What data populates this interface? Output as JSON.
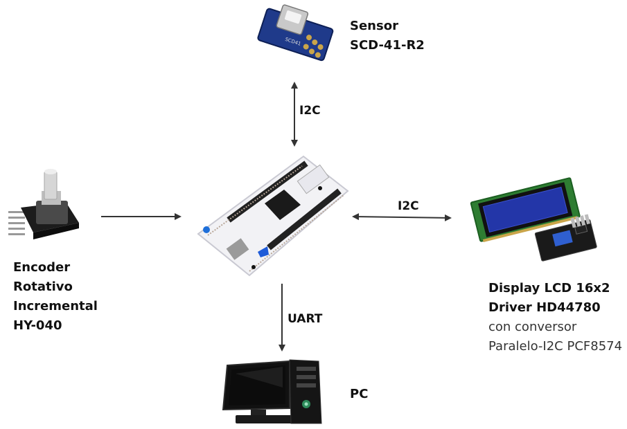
{
  "nodes": {
    "sensor": {
      "lines": [
        "Sensor",
        "SCD-41-R2"
      ]
    },
    "encoder": {
      "lines": [
        "Encoder",
        "Rotativo",
        "Incremental",
        "HY-040"
      ]
    },
    "display": {
      "bold_lines": [
        "Display LCD 16x2",
        "Driver HD44780"
      ],
      "normal_lines": [
        "con conversor",
        "Paralelo-I2C PCF8574"
      ]
    },
    "pc": {
      "lines": [
        "PC"
      ]
    }
  },
  "edges": {
    "sensor_link": "I2C",
    "display_link": "I2C",
    "pc_link": "UART"
  },
  "colors": {
    "arrow": "#333333",
    "board_white": "#f2f2f5",
    "board_header": "#222222",
    "sensor_pcb": "#1f3a8a",
    "lcd_pcb": "#2e7d32",
    "lcd_screen": "#2336a8",
    "pc_case": "#151515"
  }
}
